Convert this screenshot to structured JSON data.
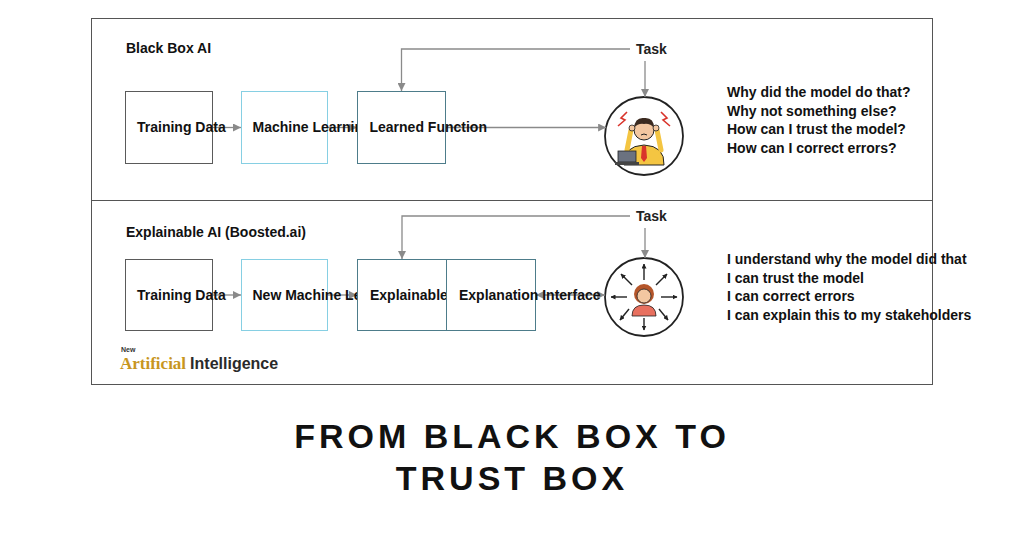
{
  "diagram": {
    "title": "FROM BLACK BOX TO TRUST BOX",
    "nodes": [
      {
        "text": [
          "Black Box AI"
        ]
      },
      {
        "text": [
          "Training Data"
        ],
        "in": 0
      },
      {
        "text": [
          "Machine Learning Process"
        ],
        "in": 0
      },
      {
        "text": [
          "Learned Function"
        ],
        "in": 0
      },
      {
        "text": [
          "Task"
        ],
        "in": 0
      },
      {
        "text": [
          "Why did the model do that?",
          "Why not something else?",
          "How can I trust the model?",
          "How can I correct errors?"
        ],
        "in": 0
      },
      {
        "text": [
          "Explainable AI (Boosted.ai)"
        ]
      },
      {
        "text": [
          "Training Data"
        ],
        "in": 6
      },
      {
        "text": [
          "New Machine Learning Process"
        ],
        "in": 6
      },
      {
        "text": [
          "Explainable Model"
        ],
        "in": 6
      },
      {
        "text": [
          "Explanation Interface"
        ],
        "in": 6
      },
      {
        "text": [
          "Task"
        ],
        "in": 6
      },
      {
        "text": [
          "I understand why the model did that",
          "I can trust the model",
          "I can correct errors",
          "I can explain this to my stakeholders"
        ],
        "in": 6
      }
    ],
    "edges": [
      {
        "from": 1,
        "to": 2,
        "arrow": "to"
      },
      {
        "from": 2,
        "to": 3,
        "arrow": "to"
      },
      {
        "from": 4,
        "to": 3,
        "arrow": "to"
      },
      {
        "from": 3,
        "to": 5,
        "arrow": "to"
      },
      {
        "from": 4,
        "to": 5,
        "arrow": "to"
      },
      {
        "from": 7,
        "to": 8,
        "arrow": "to"
      },
      {
        "from": 8,
        "to": 9,
        "arrow": "to"
      },
      {
        "from": 11,
        "to": 9,
        "arrow": "to"
      },
      {
        "from": 11,
        "to": 12,
        "arrow": "to"
      },
      {
        "from": 10,
        "to": 12,
        "arrow": "both"
      }
    ],
    "labels": [
      "New",
      "Artificial",
      "Intelligence"
    ]
  }
}
